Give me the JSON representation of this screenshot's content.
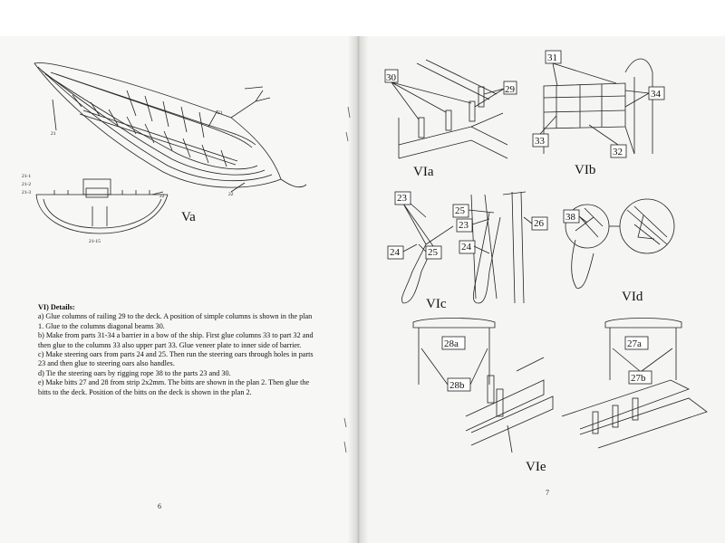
{
  "left_page": {
    "figure_Va": {
      "caption": "Va",
      "labels": {
        "hull_21": "21",
        "hull_21b": "21",
        "hull_22": "22",
        "cross_22": "22",
        "plank_21_1": "21-1",
        "plank_21_2": "21-2",
        "plank_21_3": "21-3",
        "plank_21_15": "21-15"
      }
    },
    "text": {
      "heading": "VI) Details:",
      "items": [
        "a) Glue columns of railing 29 to the deck. A position of simple columns is shown in the plan 1. Glue to the columns diagonal beams 30.",
        "b) Make from parts 31-34 a barrier in a bow of the ship. First glue columns 33 to part 32 and then glue to the columns 33 also upper part 33. Glue veneer plate to inner side of barrier.",
        "c) Make steering oars from parts 24 and 25. Then run the steering oars through holes in parts 23 and then glue to steering oars also handles.",
        "d) Tie the steering oars by rigging rope 38 to the parts 23 and 30.",
        "e) Make bitts 27 and 28 from strip 2x2mm. The bitts are shown in the plan 2. Then glue the bitts to the deck. Position of the bitts on the deck is shown in the plan 2."
      ]
    },
    "page_number": "6"
  },
  "right_page": {
    "figures": {
      "VIa": {
        "caption": "VIa",
        "labels": {
          "columns_30": "30",
          "railing_29": "29"
        }
      },
      "VIb": {
        "caption": "VIb",
        "labels": {
          "top_31": "31",
          "beam_34": "34",
          "column_33": "33",
          "part_32": "32"
        }
      },
      "VIc": {
        "caption": "VIc",
        "labels": {
          "part_23_left": "23",
          "oar_24_left": "24",
          "handle_25_left": "25",
          "handle_25_right": "25",
          "part_23_right": "23",
          "oar_24_right": "24",
          "post_26": "26"
        }
      },
      "VId": {
        "caption": "VId",
        "labels": {
          "rope_38": "38"
        }
      },
      "VIe": {
        "caption": "VIe",
        "labels": {
          "bitt_28a": "28a",
          "bitt_28b": "28b",
          "bitt_27a": "27a",
          "bitt_27b": "27b"
        }
      }
    },
    "page_number": "7"
  }
}
